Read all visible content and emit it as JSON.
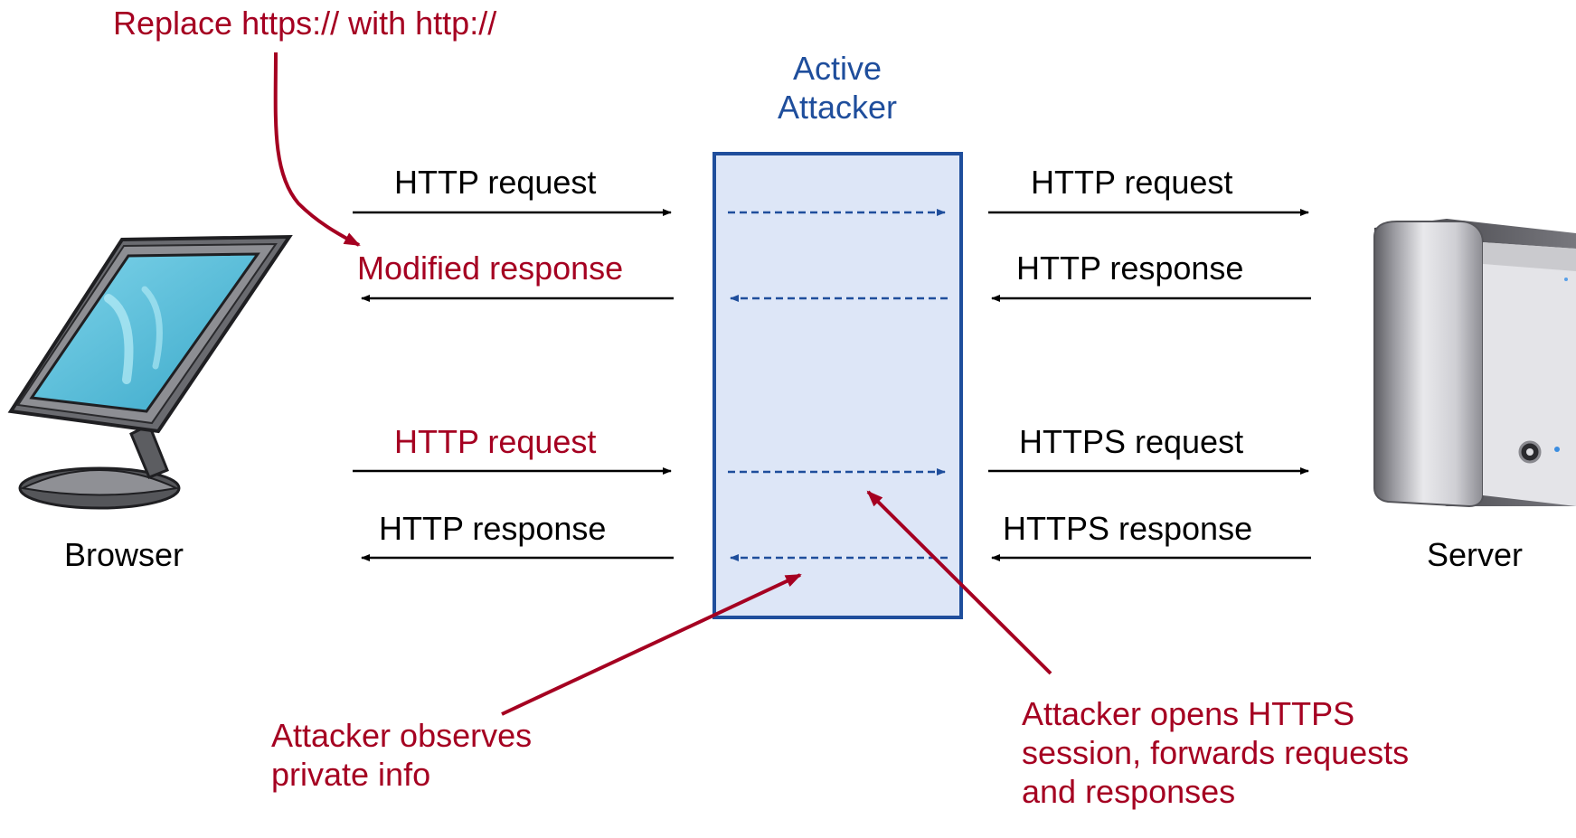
{
  "colors": {
    "text": "#000000",
    "highlight": "#a50021",
    "attacker": "#1f4e9c",
    "attacker_fill": "#dde6f7"
  },
  "callouts": {
    "replace": "Replace https:// with http://",
    "observes": "Attacker observes\nprivate info",
    "opens": "Attacker opens HTTPS\nsession, forwards requests\nand responses"
  },
  "attacker": {
    "title": "Active\nAttacker"
  },
  "browser": {
    "label": "Browser",
    "icon": "monitor-icon"
  },
  "server": {
    "label": "Server",
    "icon": "server-tower-icon"
  },
  "left_messages": [
    {
      "text": "HTTP request",
      "direction": "to-attacker",
      "highlight": false
    },
    {
      "text": "Modified response",
      "direction": "to-browser",
      "highlight": true
    },
    {
      "text": "HTTP request",
      "direction": "to-attacker",
      "highlight": true
    },
    {
      "text": "HTTP response",
      "direction": "to-browser",
      "highlight": false
    }
  ],
  "right_messages": [
    {
      "text": "HTTP request",
      "direction": "to-server"
    },
    {
      "text": "HTTP response",
      "direction": "to-attacker"
    },
    {
      "text": "HTTPS request",
      "direction": "to-server"
    },
    {
      "text": "HTTPS response",
      "direction": "to-attacker"
    }
  ]
}
